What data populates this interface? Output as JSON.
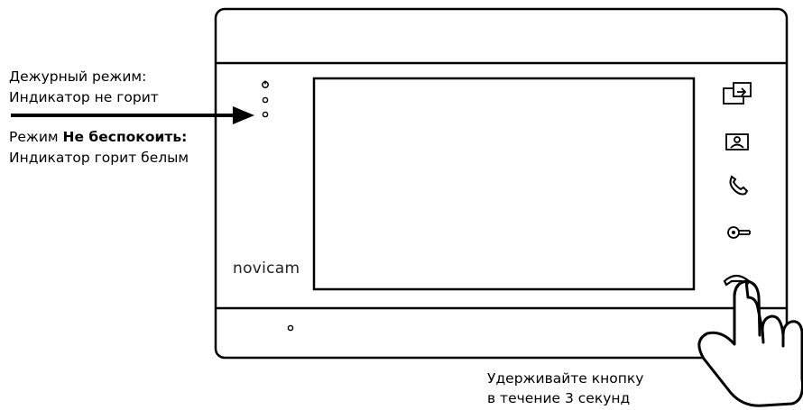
{
  "standby": {
    "title": "Дежурный режим:",
    "state": "Индикатор не горит"
  },
  "dnd": {
    "prefix": "Режим ",
    "mode_bold": "Не беспокоить:",
    "state": "Индикатор горит белым"
  },
  "device": {
    "brand": "novicam",
    "buttons": [
      {
        "name": "transfer-icon"
      },
      {
        "name": "monitor-icon"
      },
      {
        "name": "phone-icon"
      },
      {
        "name": "key-icon"
      },
      {
        "name": "hangup-icon"
      }
    ]
  },
  "instruction": {
    "line1": "Удерживайте кнопку",
    "line2": "в течение 3 секунд"
  }
}
